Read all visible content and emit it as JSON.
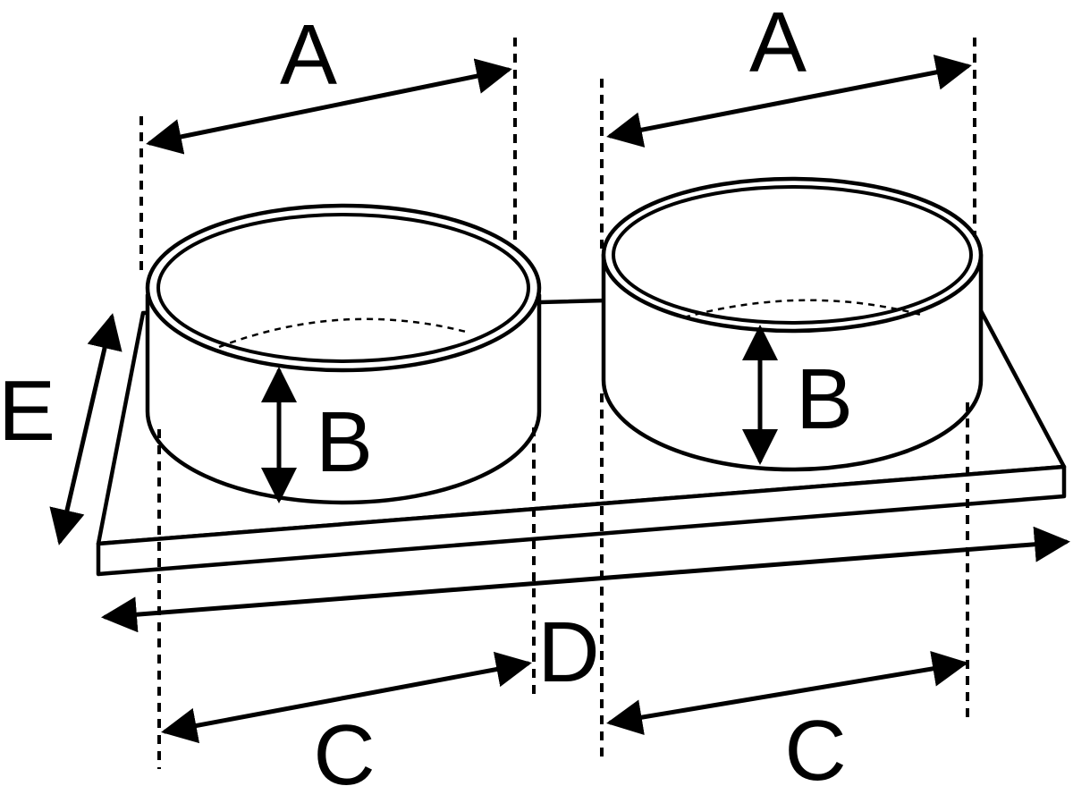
{
  "labels": {
    "a_left": "A",
    "a_right": "A",
    "b_left": "B",
    "b_right": "B",
    "c_left": "C",
    "c_right": "C",
    "d": "D",
    "e": "E"
  },
  "colors": {
    "line": "#000000",
    "fill": "#ffffff"
  }
}
